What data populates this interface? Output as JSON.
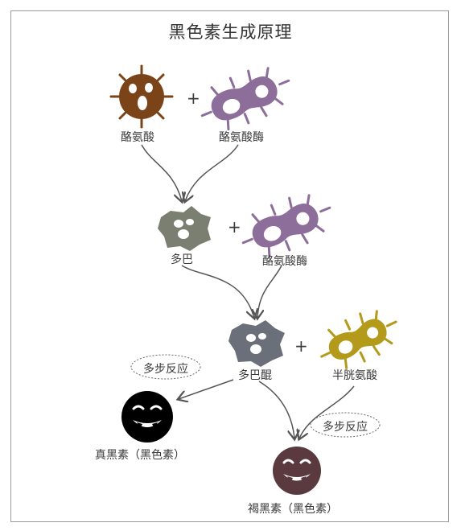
{
  "title": "黑色素生成原理",
  "labels": {
    "tyrosine": "酪氨酸",
    "tyrosinase_1": "酪氨酸酶",
    "dopa": "多巴",
    "tyrosinase_2": "酪氨酸酶",
    "dopaquinone": "多巴醌",
    "cysteine": "半胱氨酸",
    "eumelanin": "真黑素（黑色素）",
    "pheomelanin": "褐黑素（黑色素）",
    "multistep_left": "多步反应",
    "multistep_right": "多步反应",
    "plus_1": "+",
    "plus_2": "+",
    "plus_3": "+"
  },
  "colors": {
    "tyrosine": "#7a4318",
    "tyrosinase": "#8d6e9a",
    "dopa": "#7b7f72",
    "dopaquinone": "#6a6f7a",
    "cysteine": "#b49a1a",
    "eumelanin": "#000000",
    "pheomelanin": "#5a3a3e",
    "arrow": "#555555"
  },
  "icons": [
    "germ-icon",
    "bacterium-icon",
    "spiky-cell-icon",
    "smiley-face-icon"
  ]
}
